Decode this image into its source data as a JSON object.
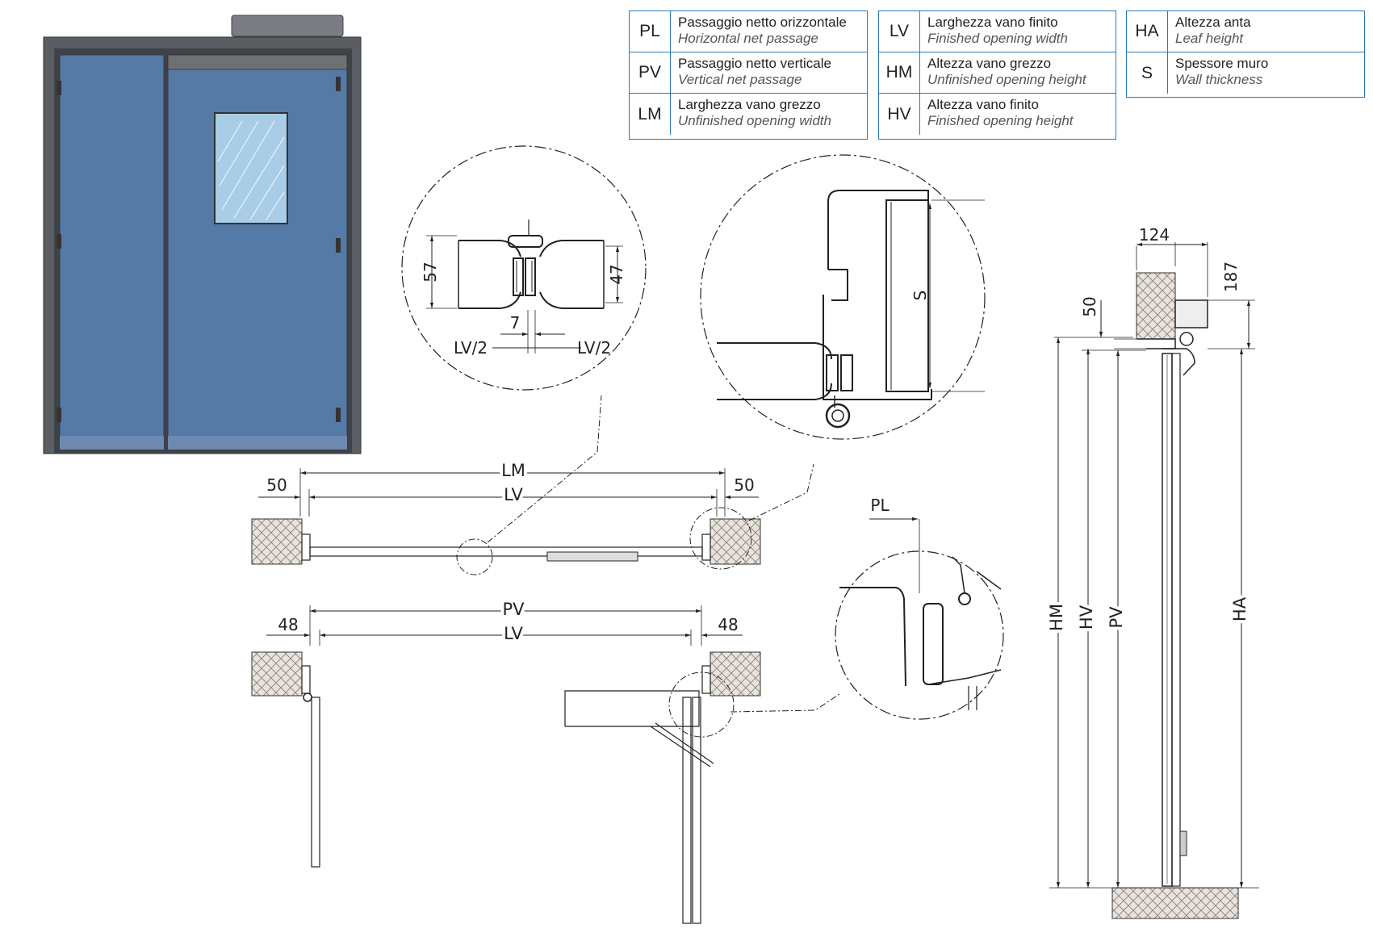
{
  "legend": {
    "col1": [
      {
        "code": "PL",
        "it": "Passaggio netto orizzontale",
        "en": "Horizontal net passage"
      },
      {
        "code": "PV",
        "it": "Passaggio netto verticale",
        "en": "Vertical net passage"
      },
      {
        "code": "LM",
        "it": "Larghezza vano grezzo",
        "en": "Unfinished opening width"
      }
    ],
    "col2": [
      {
        "code": "LV",
        "it": "Larghezza vano finito",
        "en": "Finished opening width"
      },
      {
        "code": "HM",
        "it": "Altezza vano grezzo",
        "en": "Unfinished opening height"
      },
      {
        "code": "HV",
        "it": "Altezza vano finito",
        "en": "Finished opening height"
      }
    ],
    "col3": [
      {
        "code": "HA",
        "it": "Altezza anta",
        "en": "Leaf height"
      },
      {
        "code": "S",
        "it": "Spessore muro",
        "en": "Wall thickness"
      }
    ]
  },
  "dims": {
    "lm": "LM",
    "lv": "LV",
    "pv": "PV",
    "pl": "PL",
    "fifty": "50",
    "fortyeight": "48",
    "d57": "57",
    "d47": "47",
    "d7": "7",
    "lv_half": "LV/2",
    "s": "S",
    "d124": "124",
    "d187": "187",
    "d50v": "50",
    "hm": "HM",
    "hv": "HV",
    "pv_side": "PV",
    "ha": "HA"
  },
  "colors": {
    "door_blue": "#557aa6",
    "frame_gray": "#5a5d62",
    "glass": "#a9cde6",
    "legend_border": "#2a79b8"
  }
}
